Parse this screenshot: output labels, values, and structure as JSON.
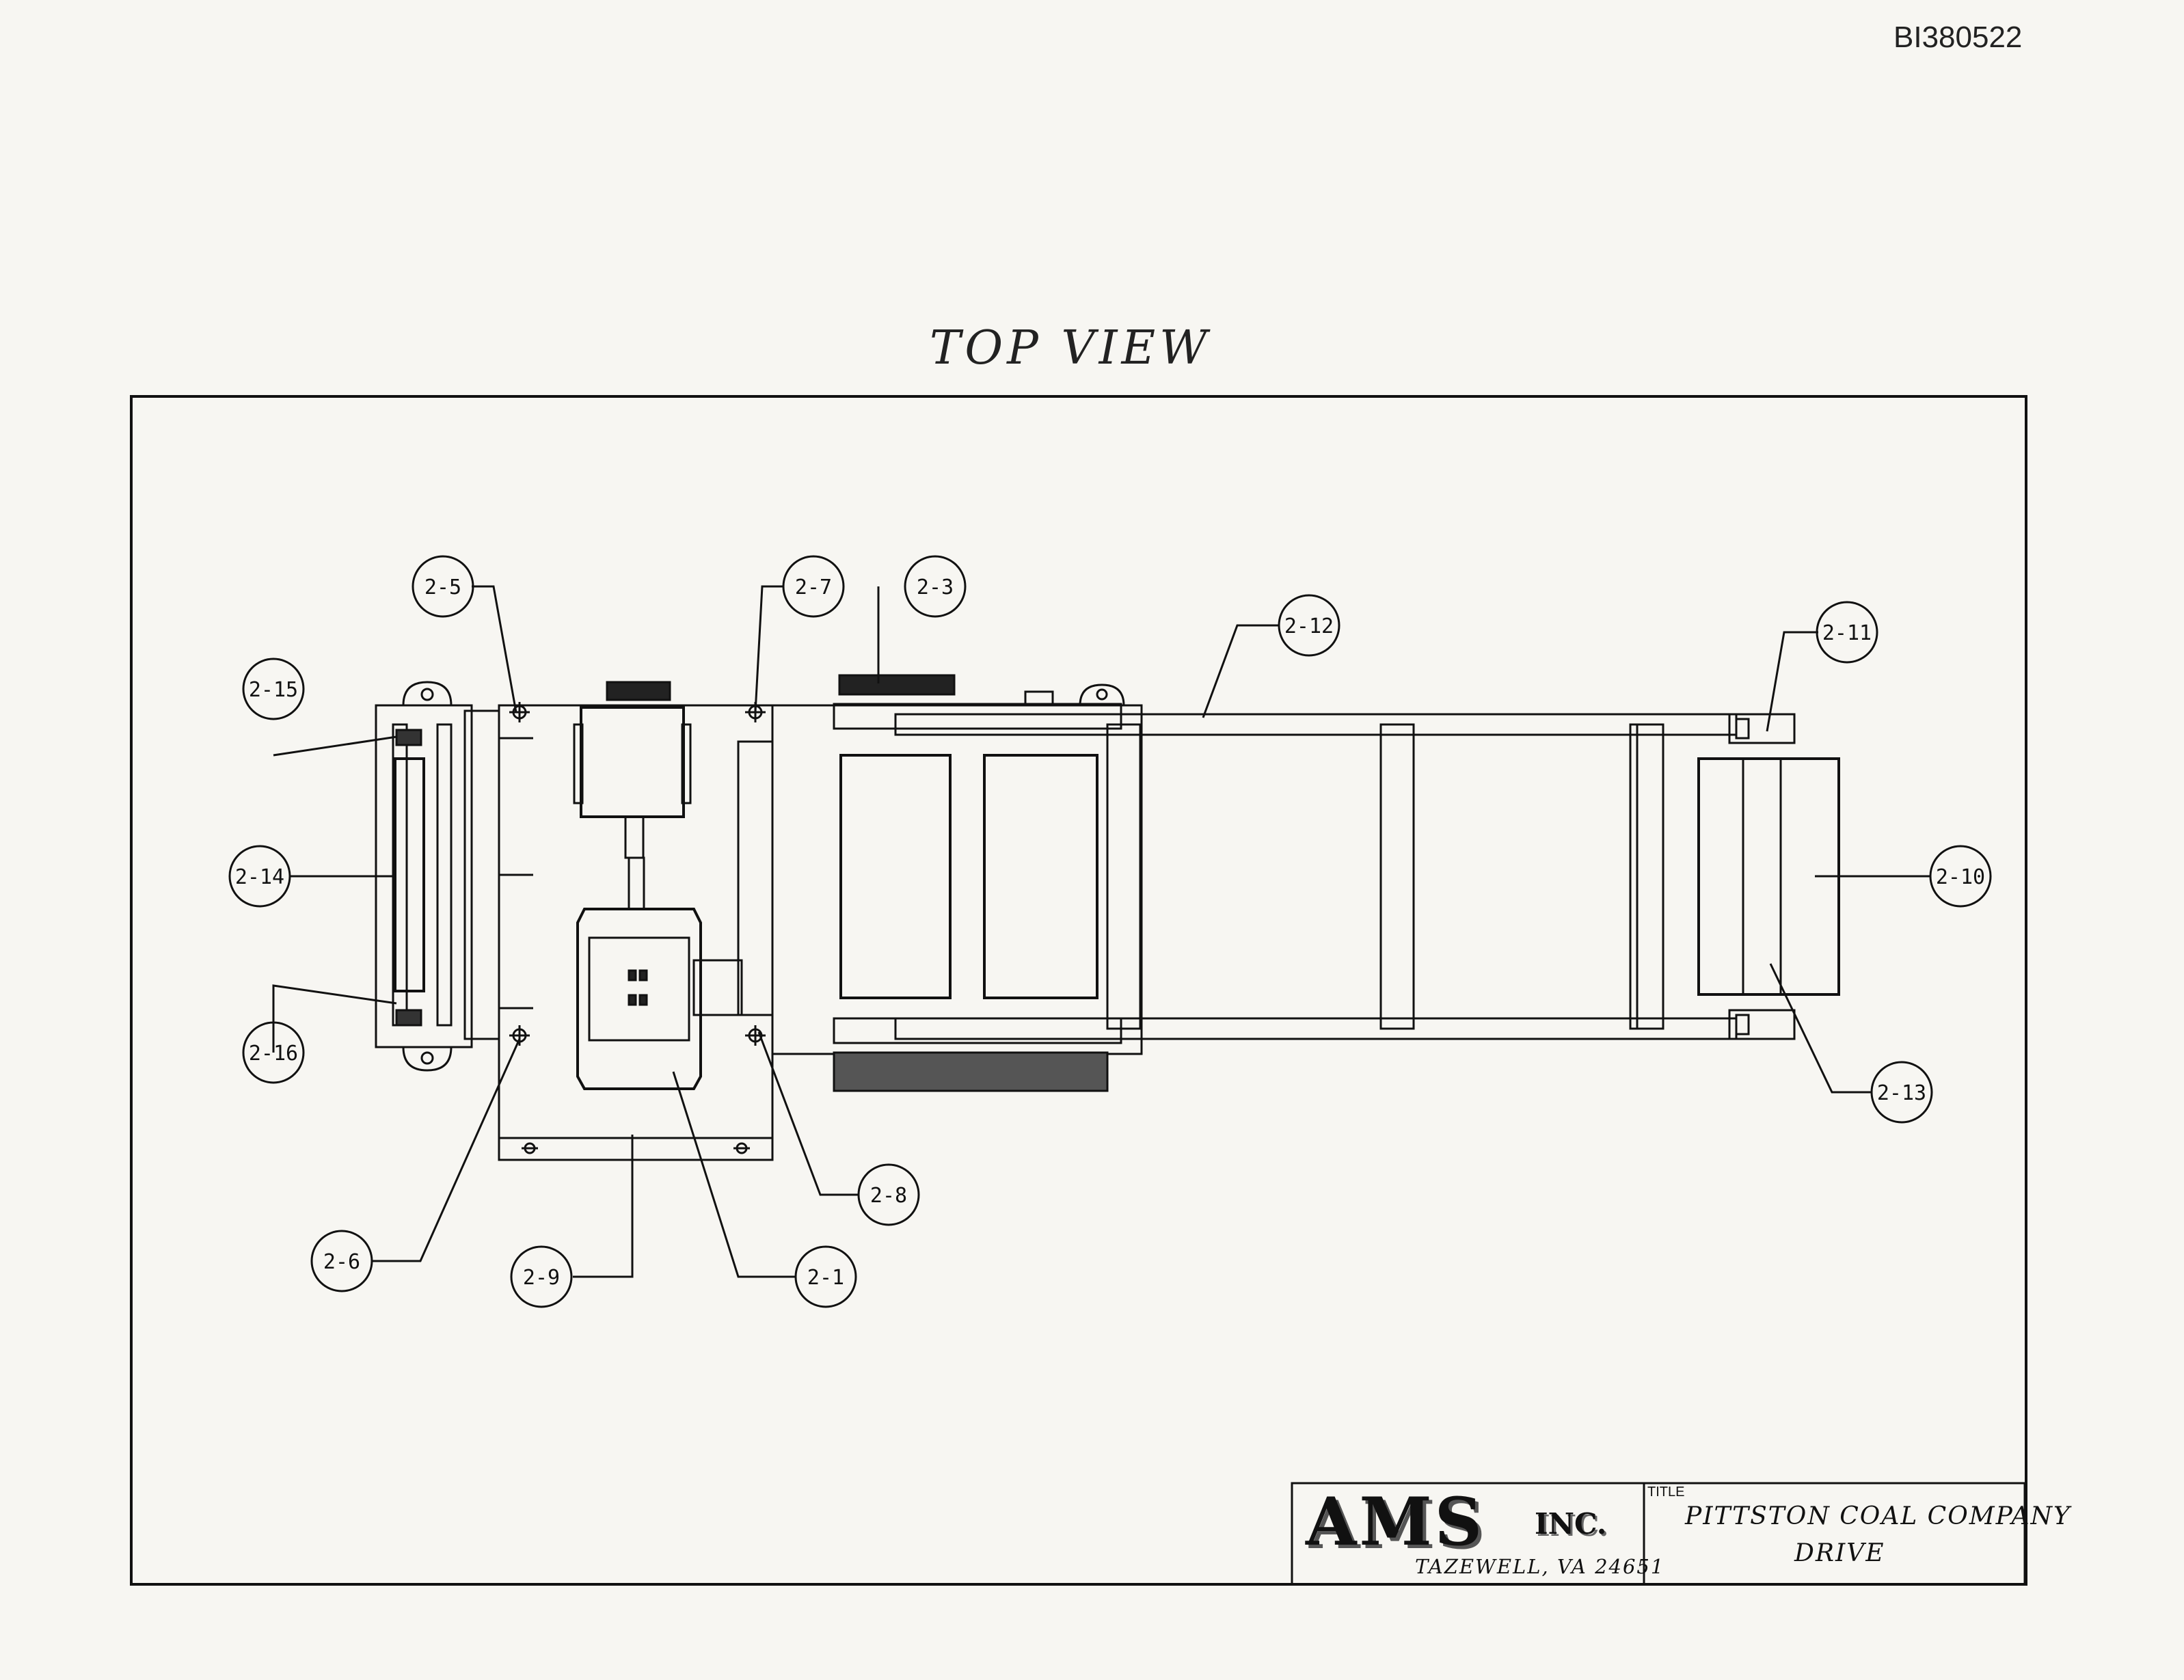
{
  "header": {
    "document_id": "BI380522",
    "view_title": "TOP VIEW"
  },
  "callouts": [
    {
      "label": "2-5"
    },
    {
      "label": "2-7"
    },
    {
      "label": "2-3"
    },
    {
      "label": "2-12"
    },
    {
      "label": "2-11"
    },
    {
      "label": "2-15"
    },
    {
      "label": "2-14"
    },
    {
      "label": "2-10"
    },
    {
      "label": "2-16"
    },
    {
      "label": "2-13"
    },
    {
      "label": "2-8"
    },
    {
      "label": "2-6"
    },
    {
      "label": "2-9"
    },
    {
      "label": "2-1"
    }
  ],
  "title_block": {
    "company": "AMS",
    "company_suffix": "INC.",
    "address": "TAZEWELL, VA 24651",
    "title_label": "TITLE",
    "title_line1": "PITTSTON COAL COMPANY",
    "title_line2": "DRIVE"
  }
}
